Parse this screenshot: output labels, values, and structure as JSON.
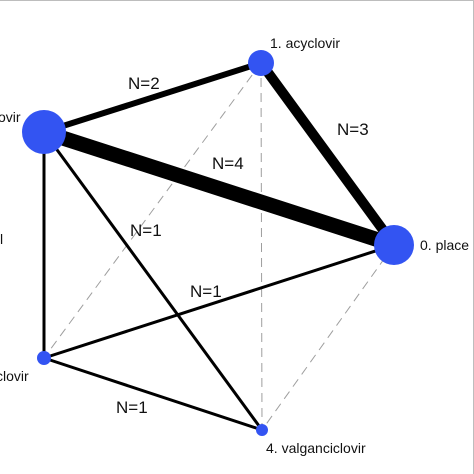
{
  "nodes": {
    "acyclovir": "1. acyclovir",
    "placebo": "0. place",
    "valganciclovir": "4. valganciclovir",
    "left_upper": "ovir",
    "left_lower": "clovir",
    "left_margin_fragment": "l"
  },
  "edges": {
    "acyclovir_left_upper": "N=2",
    "acyclovir_placebo": "N=3",
    "left_upper_placebo": "N=4",
    "left_upper_valganciclovir": "N=1",
    "left_lower_placebo": "N=1",
    "left_lower_valganciclovir": "N=1"
  },
  "colors": {
    "node": "#3354f2",
    "edge": "#000000",
    "dashed_edge": "#9e9e9e"
  }
}
